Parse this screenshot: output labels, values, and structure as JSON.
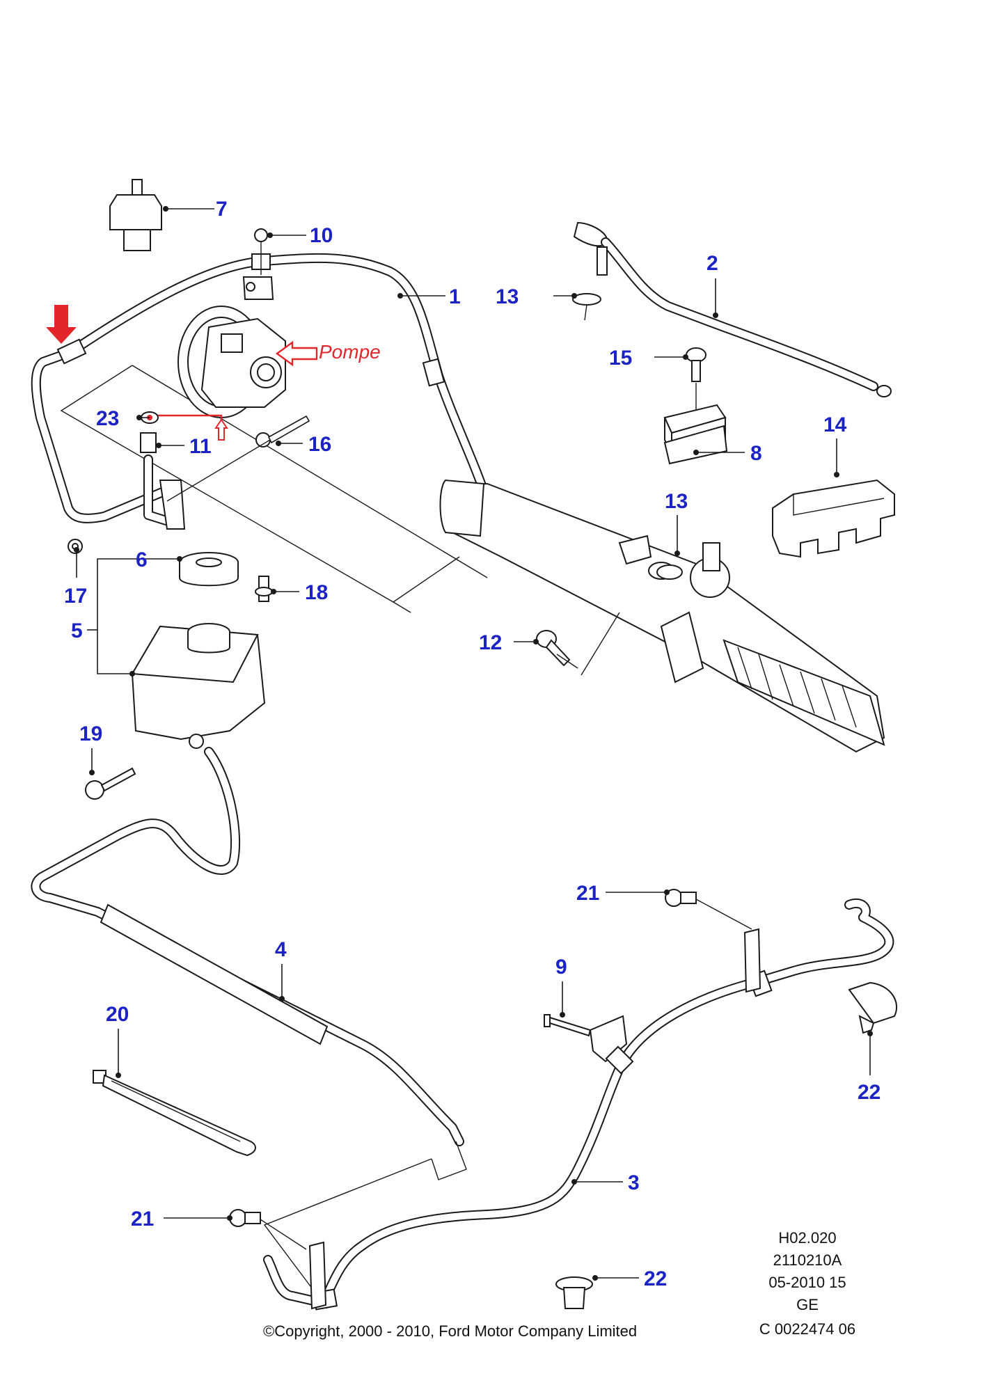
{
  "callouts": {
    "c1": "1",
    "c2": "2",
    "c3": "3",
    "c4": "4",
    "c5": "5",
    "c6": "6",
    "c7": "7",
    "c8": "8",
    "c9": "9",
    "c10": "10",
    "c11": "11",
    "c12": "12",
    "c13a": "13",
    "c13b": "13",
    "c14": "14",
    "c15": "15",
    "c16": "16",
    "c17": "17",
    "c18": "18",
    "c19": "19",
    "c20": "20",
    "c21a": "21",
    "c21b": "21",
    "c22a": "22",
    "c22b": "22",
    "c23": "23"
  },
  "annotation": {
    "pump_label": "Pompe",
    "color": "#e3262c"
  },
  "accent_color": "#1c23c4",
  "footer": {
    "ref_line1": "H02.020",
    "ref_line2": "2110210A",
    "ref_line3": "05-2010 15",
    "ref_line4": "GE",
    "ref_line5": "C 0022474 06",
    "copyright": "©Copyright, 2000 - 2010, Ford Motor Company Limited"
  }
}
